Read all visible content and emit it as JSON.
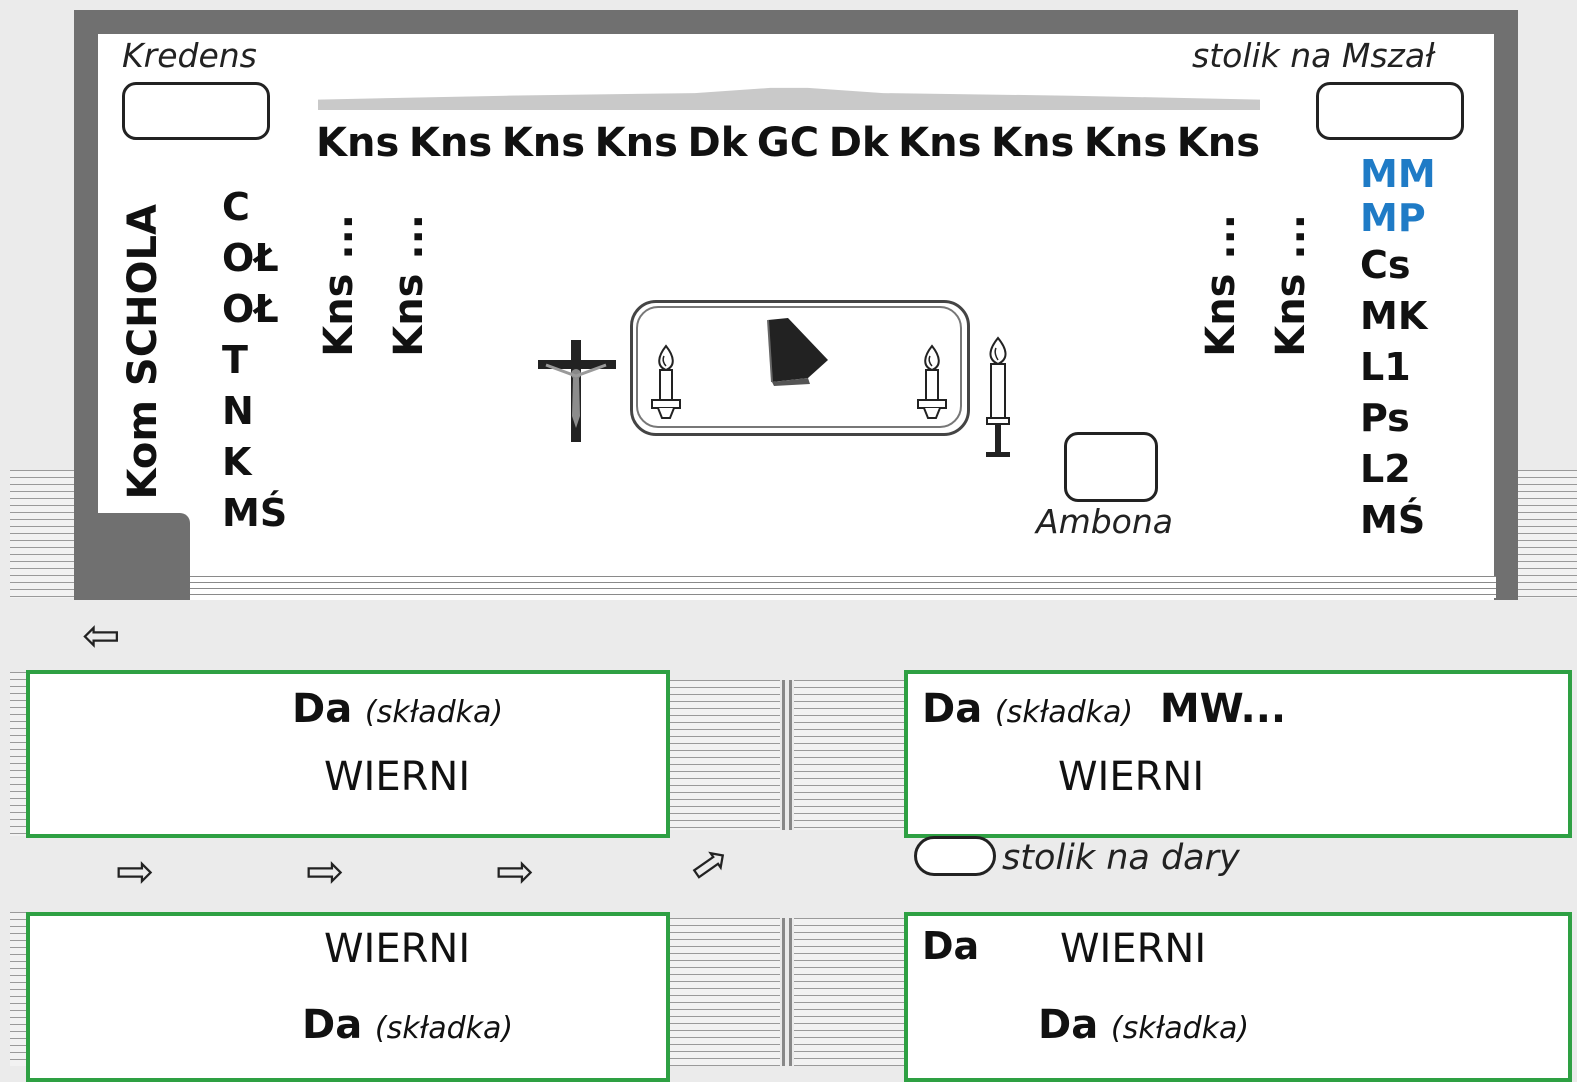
{
  "sanctuary": {
    "kredens": "Kredens",
    "stolik_mszal": "stolik na Mszał",
    "ambona": "Ambona",
    "top_row": [
      "Kns",
      "Kns",
      "Kns",
      "Kns",
      "Dk",
      "GC",
      "Dk",
      "Kns",
      "Kns",
      "Kns",
      "Kns"
    ],
    "left_vertical": [
      "Kom",
      "SCHOLA"
    ],
    "left_column": [
      "C",
      "OŁ",
      "OŁ",
      "T",
      "N",
      "K",
      "MŚ"
    ],
    "left_kns": [
      "Kns ...",
      "Kns ..."
    ],
    "right_kns": [
      "Kns ...",
      "Kns ..."
    ],
    "right_column": [
      {
        "text": "MM",
        "color": "#1f7bc6"
      },
      {
        "text": "MP",
        "color": "#1f7bc6"
      },
      {
        "text": "Cs",
        "color": "#111111"
      },
      {
        "text": "MK",
        "color": "#111111"
      },
      {
        "text": "L1",
        "color": "#111111"
      },
      {
        "text": "Ps",
        "color": "#111111"
      },
      {
        "text": "L2",
        "color": "#111111"
      },
      {
        "text": "MŚ",
        "color": "#111111"
      }
    ],
    "icons": [
      "crucifix-icon",
      "candle-icon",
      "book-icon",
      "candle-icon",
      "paschal-candle-icon"
    ]
  },
  "nave": {
    "wierni": "WIERNI",
    "da": "Da",
    "skladka": "(składka)",
    "mw": "MW...",
    "stolik_dary": "stolik na dary",
    "accent_color": "#2ea043"
  }
}
